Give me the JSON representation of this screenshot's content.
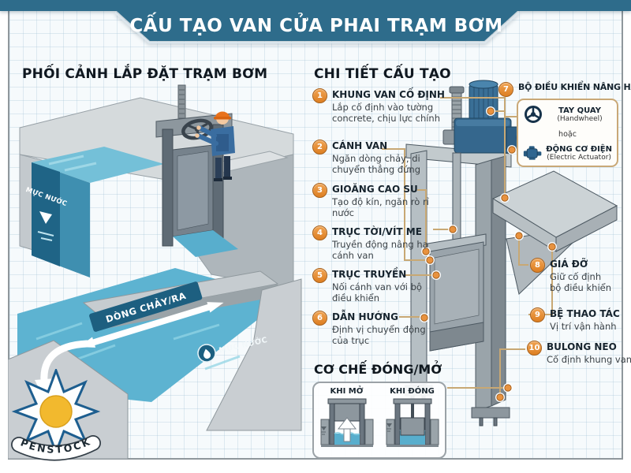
{
  "title": "CẤU TẠO VAN CỬA PHAI TRẠM BƠM",
  "left_panel": {
    "heading": "PHỐI CẢNH LẮP ĐẶT TRẠM BƠM",
    "water_level_upper": "MỰC NƯỚC",
    "flow_label": "DÒNG CHẢY/RA",
    "water_level_lower": "MỰC NƯỚC",
    "logo_text": "PENSTOCK"
  },
  "detail_panel": {
    "heading": "CHI TIẾT CẤU TẠO",
    "items": [
      {
        "num": "1",
        "title": "KHUNG VAN CỐ ĐỊNH",
        "desc": "Lắp cố định vào tường concrete, chịu lực chính"
      },
      {
        "num": "2",
        "title": "CÁNH VAN",
        "desc": "Ngăn dòng chảy, di chuyển thẳng đứng"
      },
      {
        "num": "3",
        "title": "GIOĂNG CAO SU",
        "desc": "Tạo độ kín, ngăn rò rỉ nước"
      },
      {
        "num": "4",
        "title": "TRỤC TỜI/VÍT ME",
        "desc": "Truyền động nâng hạ cánh van"
      },
      {
        "num": "5",
        "title": "TRỤC TRUYỀN",
        "desc": "Nối cánh van với bộ điều khiển"
      },
      {
        "num": "6",
        "title": "DẪN HƯỚNG",
        "desc": "Định vị chuyển động của trục"
      },
      {
        "num": "7",
        "title": "BỘ ĐIỀU KHIỂN NÂNG HẠ",
        "desc": ""
      },
      {
        "num": "8",
        "title": "GIÁ ĐỠ",
        "desc": "Giữ cố định bộ điều khiển"
      },
      {
        "num": "9",
        "title": "BỆ THAO TÁC",
        "desc": "Vị trí vận hành"
      },
      {
        "num": "10",
        "title": "BULONG NEO",
        "desc": "Cố định khung van"
      }
    ],
    "controller_box": {
      "option1_title": "TAY QUAY",
      "option1_sub": "(Handwheel)",
      "divider": "hoặc",
      "option2_title": "ĐỘNG CƠ ĐIỆN",
      "option2_sub": "(Electric Actuator)"
    },
    "mechanism": {
      "heading": "CƠ CHẾ ĐÓNG/MỞ",
      "open_label": "KHI MỞ",
      "closed_label": "KHI ĐÓNG"
    }
  },
  "colors": {
    "banner": "#2e6c8b",
    "badge": "#e8923f",
    "leader": "#c8a874",
    "water": "#58aecd",
    "dark_water_band": "#1f6486",
    "steel": "#b6bfc4",
    "motor_blue": "#3a6f96"
  }
}
